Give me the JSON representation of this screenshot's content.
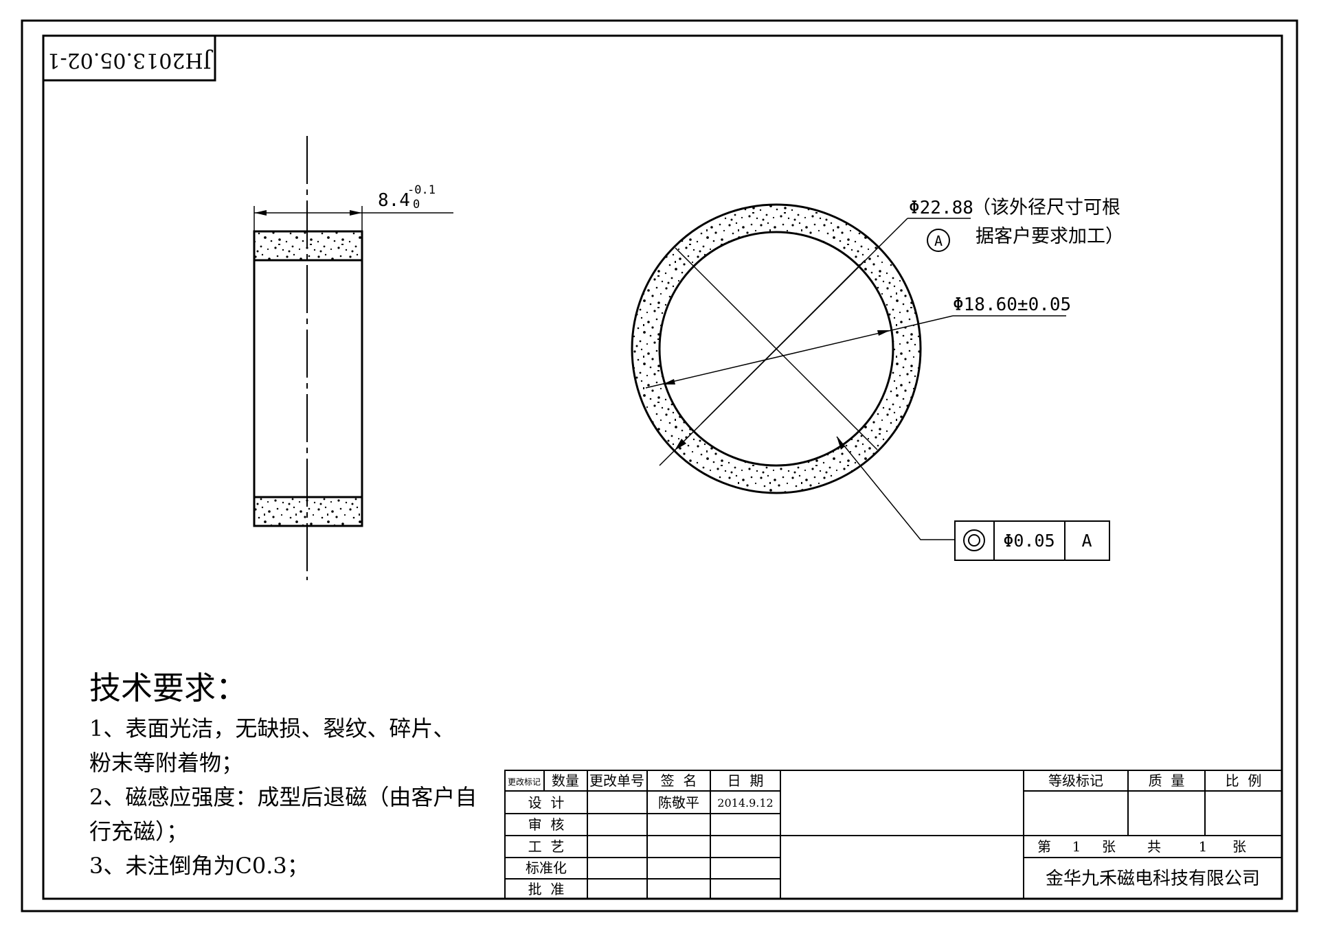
{
  "drawing_number": "JH2013.05.02-1",
  "side_view": {
    "width_dim_base": "8.4",
    "width_tol_upper": "-0.1",
    "width_tol_lower": "0"
  },
  "front_view": {
    "outer_diameter": "Φ22.88",
    "outer_note_line1": "（该外径尺寸可根",
    "outer_note_line2": "据客户要求加工）",
    "datum_label": "A",
    "inner_diameter": "Φ18.60±0.05"
  },
  "tolerance_frame": {
    "symbol": "concentricity-icon",
    "value": "Φ0.05",
    "datum": "A"
  },
  "tech_requirements": {
    "heading": "技术要求：",
    "lines": [
      "1、表面光洁，无缺损、裂纹、碎片、",
      "粉末等附着物；",
      "2、磁感应强度：成型后退磁（由客户自",
      "行充磁）；",
      "3、未注倒角为C0.3；"
    ]
  },
  "title_block": {
    "header": [
      "更改标记",
      "数量",
      "更改单号",
      "签  名",
      "日  期"
    ],
    "rows": [
      {
        "label": "设  计",
        "sign": "陈敬平",
        "date": "2014.9.12"
      },
      {
        "label": "审  核",
        "sign": "",
        "date": ""
      },
      {
        "label": "工  艺",
        "sign": "",
        "date": ""
      },
      {
        "label": "标准化",
        "sign": "",
        "date": ""
      },
      {
        "label": "批  准",
        "sign": "",
        "date": ""
      }
    ],
    "grade_mark": "等级标记",
    "mass": "质  量",
    "scale": "比  例",
    "sheet_no_label": "第",
    "sheet_no": "1",
    "sheet_unit": "张",
    "total_label": "共",
    "total": "1",
    "total_unit": "张",
    "company": "金华九禾磁电科技有限公司"
  }
}
